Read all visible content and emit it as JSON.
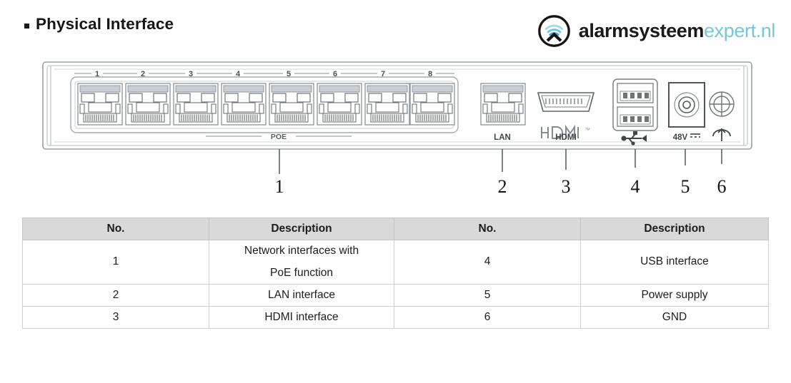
{
  "header": {
    "bullet": "square-bullet",
    "title": "Physical Interface"
  },
  "logo": {
    "icon": "wifi-signal-circle-icon",
    "text_dark": "alarmsysteem",
    "text_light": "expert.nl",
    "color_dark": "#1a1a1a",
    "color_light": "#77c6d9"
  },
  "device": {
    "name": "rear-panel-diagram",
    "poe_port_numbers": [
      "1",
      "2",
      "3",
      "4",
      "5",
      "6",
      "7",
      "8"
    ],
    "poe_group_label": "POE",
    "port_labels": {
      "lan": "LAN",
      "hdmi_logo": "HDMI™",
      "hdmi": "HDMI",
      "usb": "usb-icon",
      "power": "48V",
      "power_dc_symbol": "⎓",
      "gnd": "ground-icon"
    },
    "callouts": [
      "1",
      "2",
      "3",
      "4",
      "5",
      "6"
    ]
  },
  "table": {
    "headers": [
      "No.",
      "Description",
      "No.",
      "Description"
    ],
    "rows": [
      {
        "no_left": "1",
        "desc_left_line1": "Network interfaces with",
        "desc_left_line2": "PoE function",
        "no_right": "4",
        "desc_right": "USB interface"
      },
      {
        "no_left": "2",
        "desc_left": "LAN interface",
        "no_right": "5",
        "desc_right": "Power supply"
      },
      {
        "no_left": "3",
        "desc_left": "HDMI interface",
        "no_right": "6",
        "desc_right": "GND"
      }
    ]
  }
}
